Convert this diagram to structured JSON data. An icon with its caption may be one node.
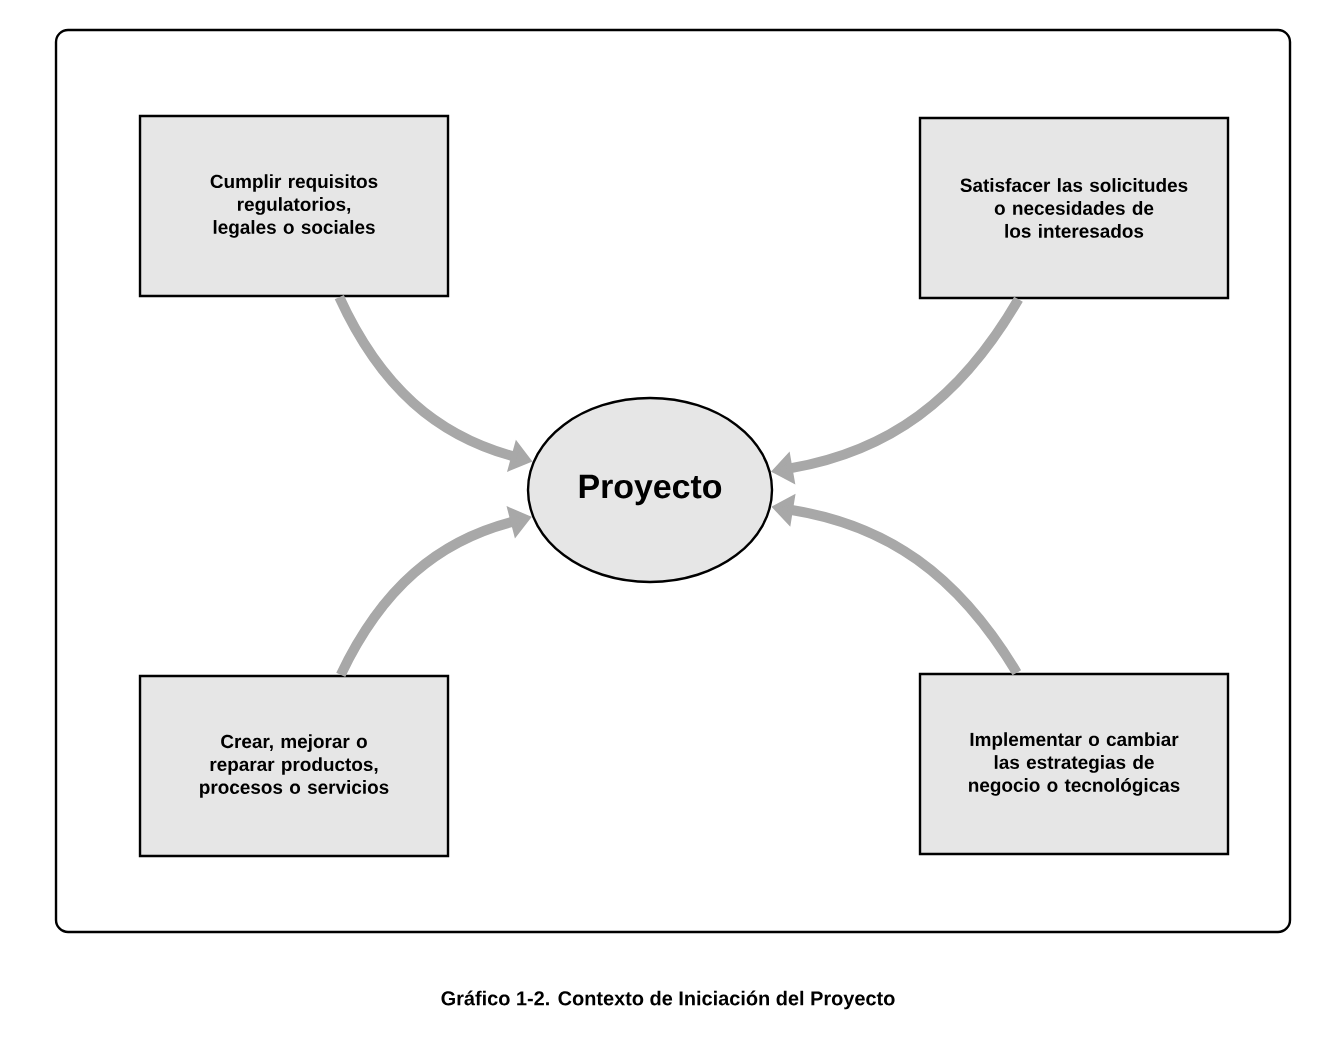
{
  "diagram": {
    "caption": "Gráfico 1-2. Contexto de Iniciación del Proyecto",
    "nodes": [
      {
        "text": [
          "Cumplir requisitos regulatorios, legales o sociales"
        ]
      },
      {
        "text": [
          "Satisfacer las solicitudes o necesidades de los interesados"
        ]
      },
      {
        "text": [
          "Crear, mejorar o reparar productos, procesos o servicios"
        ]
      },
      {
        "text": [
          "Implementar o cambiar las estrategias de negocio o tecnológicas"
        ]
      },
      {
        "text": [
          "Proyecto"
        ]
      }
    ],
    "edges": [
      {
        "from": 0,
        "to": 4,
        "arrow": "to"
      },
      {
        "from": 1,
        "to": 4,
        "arrow": "to"
      },
      {
        "from": 2,
        "to": 4,
        "arrow": "to"
      },
      {
        "from": 3,
        "to": 4,
        "arrow": "to"
      }
    ]
  }
}
